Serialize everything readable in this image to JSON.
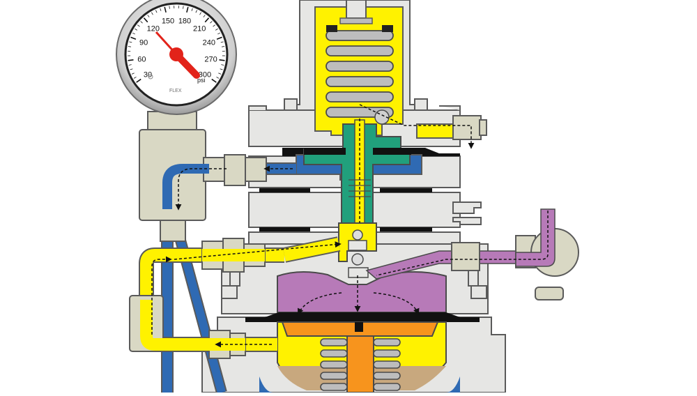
{
  "gauge": {
    "ticks": [
      "30",
      "60",
      "90",
      "120",
      "150",
      "180",
      "210",
      "240",
      "270",
      "300"
    ],
    "unit": "psi",
    "brand": "FLEX"
  },
  "colors": {
    "body": "#e6e6e4",
    "outline": "#5a5a5a",
    "fitting": "#d9d8c4",
    "supply_yellow": "#fff200",
    "sense_blue": "#2f6ab3",
    "loading_purple": "#b77ab8",
    "pilot_green": "#21a07c",
    "piston_orange": "#f7941d",
    "needle_red": "#e2231a",
    "diaphragm_black": "#111111",
    "lower_tan": "#c8a87e"
  },
  "flow_arrows": "dashed-arrow"
}
